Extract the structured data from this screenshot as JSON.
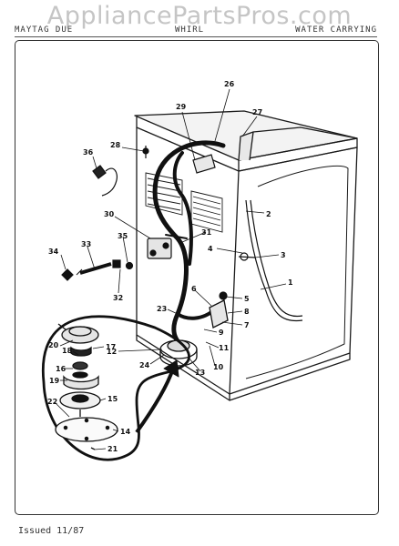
{
  "watermark": "AppliancePartsPros.com",
  "header": {
    "left": "MAYTAG  DUE",
    "middle": "WHIRL",
    "right": "WATER CARRYING"
  },
  "colors": {
    "line": "#1a1a1a",
    "watermark": "#969696",
    "paper": "#ffffff"
  },
  "callouts": [
    "26",
    "29",
    "27",
    "28",
    "36",
    "2",
    "30",
    "31",
    "3",
    "4",
    "35",
    "34",
    "33",
    "1",
    "32",
    "6",
    "5",
    "8",
    "23",
    "7",
    "20",
    "18",
    "17",
    "12",
    "11",
    "24",
    "13",
    "10",
    "16",
    "9",
    "19",
    "15",
    "22",
    "14",
    "21"
  ],
  "footer": {
    "issued": "Issued 11/87"
  }
}
